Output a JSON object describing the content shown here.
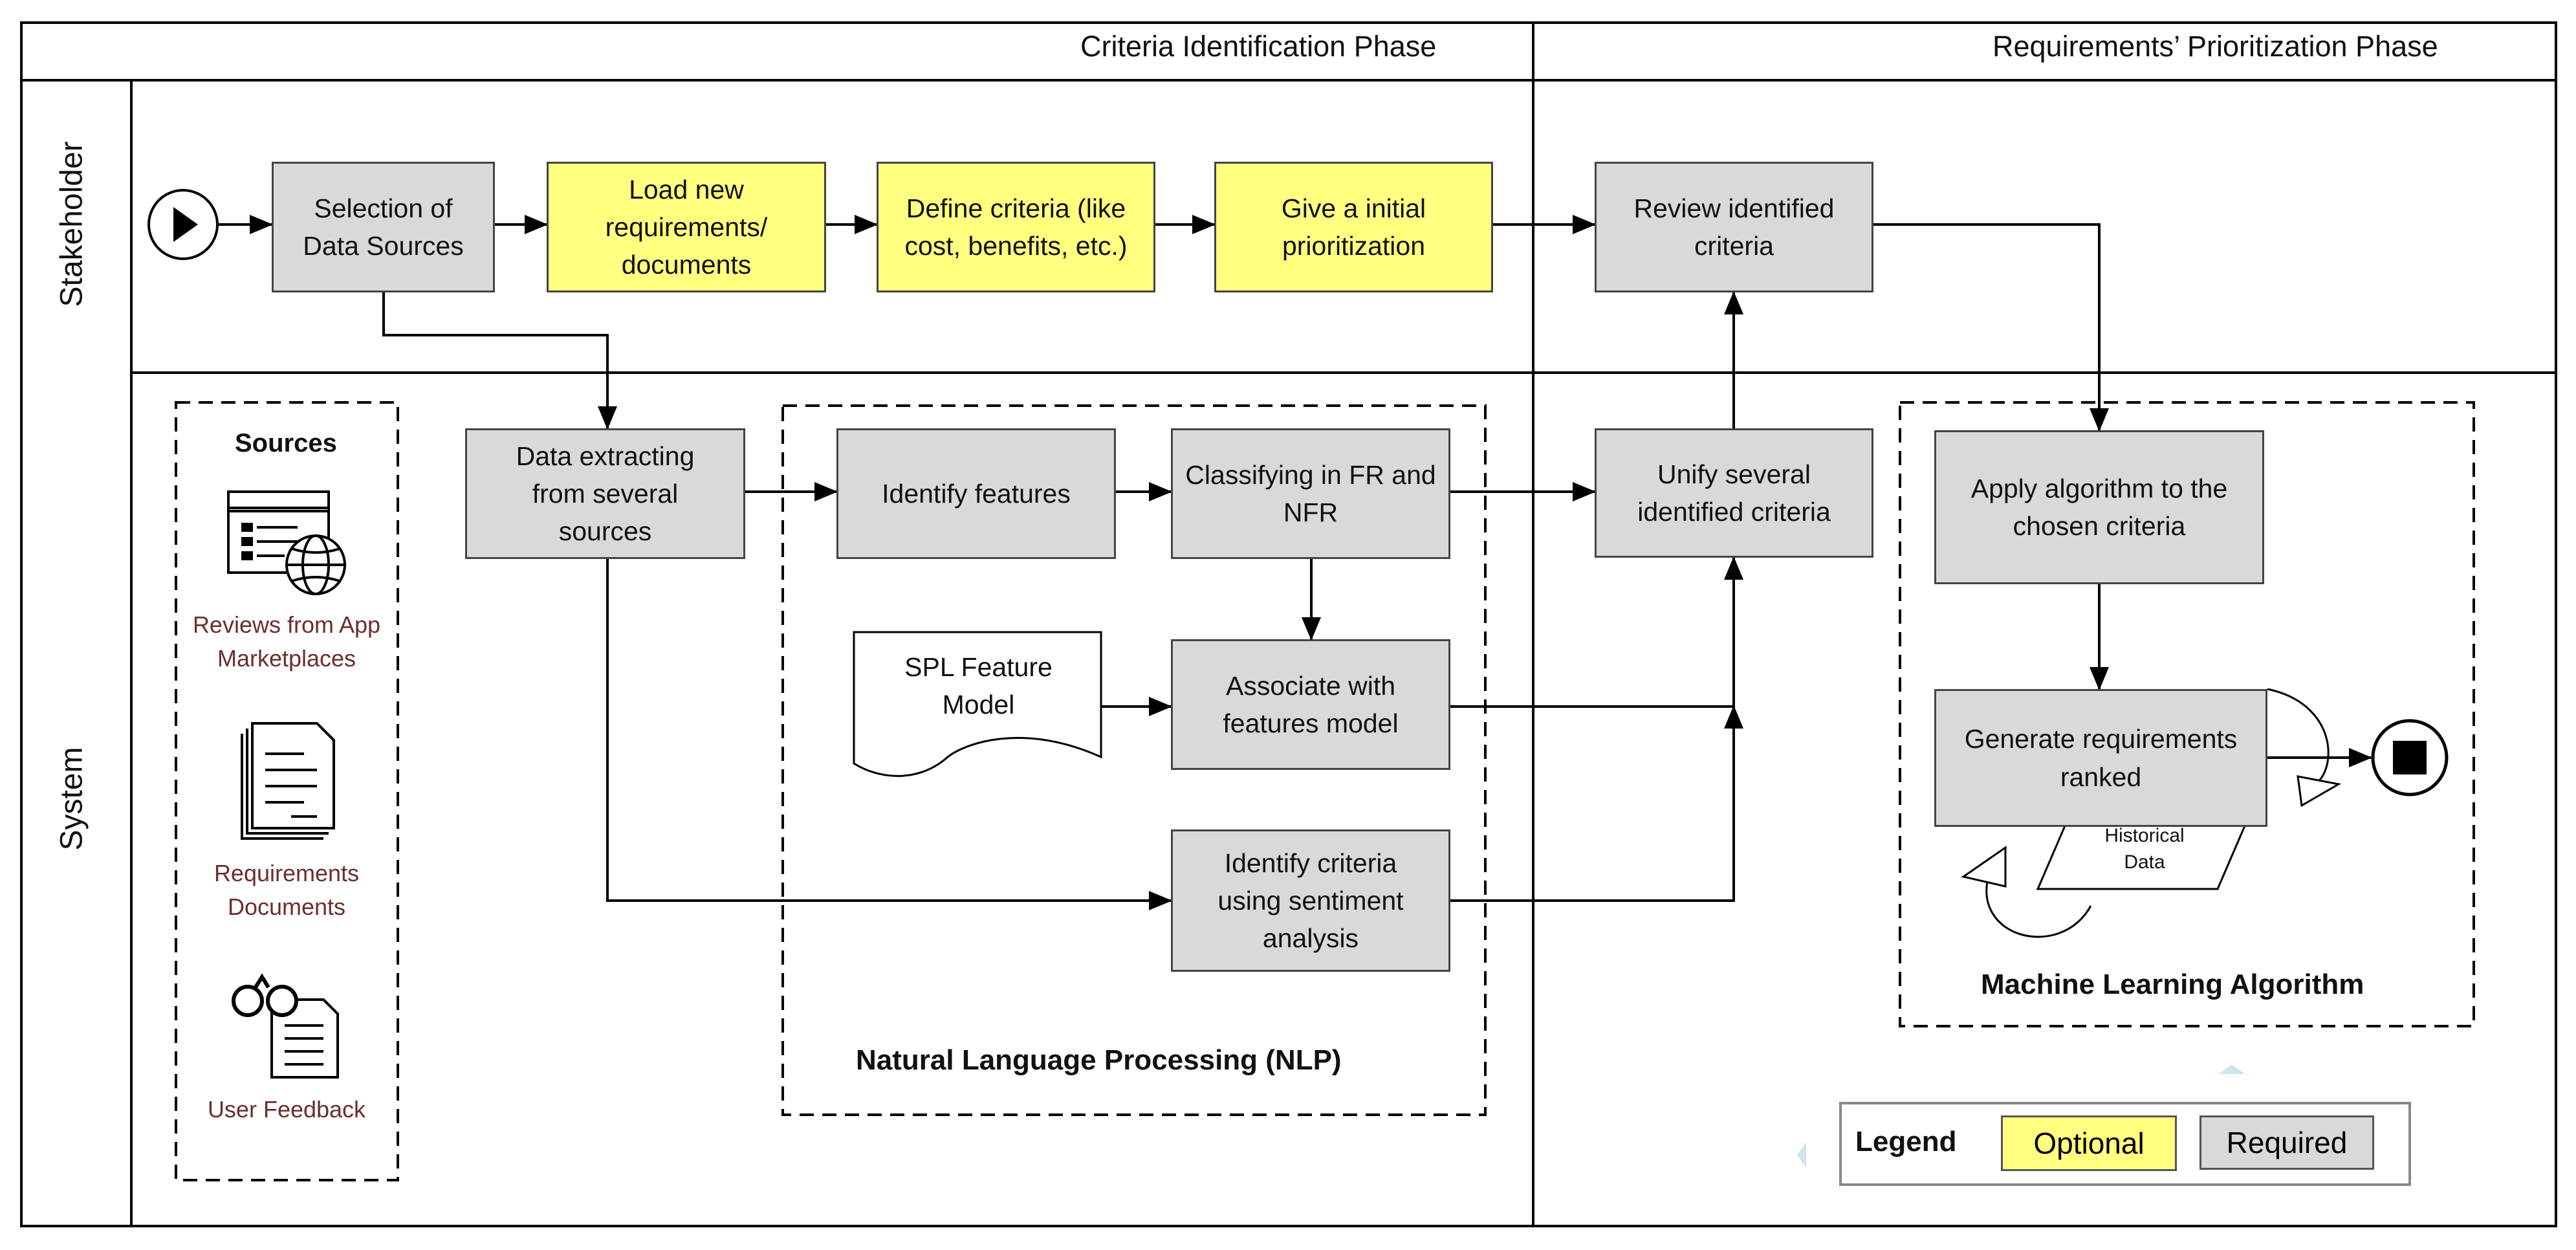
{
  "phases": {
    "criteria": "Criteria Identification Phase",
    "prioritization": "Requirements’ Prioritization Phase"
  },
  "lanes": {
    "stakeholder": "Stakeholder",
    "system": "System"
  },
  "tasks": {
    "selection": "Selection of\nData Sources",
    "load": "Load new\nrequirements/\ndocuments",
    "define": "Define criteria (like\ncost, benefits, etc.)",
    "initial": "Give a initial\nprioritization",
    "review": "Review identified\ncriteria",
    "extract": "Data extracting\nfrom several\nsources",
    "features": "Identify features",
    "classify": "Classifying in FR and\nNFR",
    "associate": "Associate with\nfeatures model",
    "sentiment": "Identify criteria\nusing sentiment\nanalysis",
    "unify": "Unify several\nidentified criteria",
    "apply": "Apply algorithm to the\nchosen criteria",
    "generate": "Generate requirements\nranked"
  },
  "documents": {
    "spl": "SPL Feature\nModel",
    "historical": "Historical\nData"
  },
  "sources": {
    "title": "Sources",
    "items": [
      {
        "label": "Reviews from App\nMarketplaces",
        "icon": "browser-globe-icon"
      },
      {
        "label": "Requirements\nDocuments",
        "icon": "document-icon"
      },
      {
        "label": "User Feedback",
        "icon": "glasses-document-icon"
      }
    ]
  },
  "groups": {
    "nlp": "Natural Language Processing (NLP)",
    "ml": "Machine Learning  Algorithm"
  },
  "legend": {
    "title": "Legend",
    "optional": "Optional",
    "required": "Required"
  },
  "colors": {
    "optional": "#ffff80",
    "required": "#d9d9d9"
  }
}
